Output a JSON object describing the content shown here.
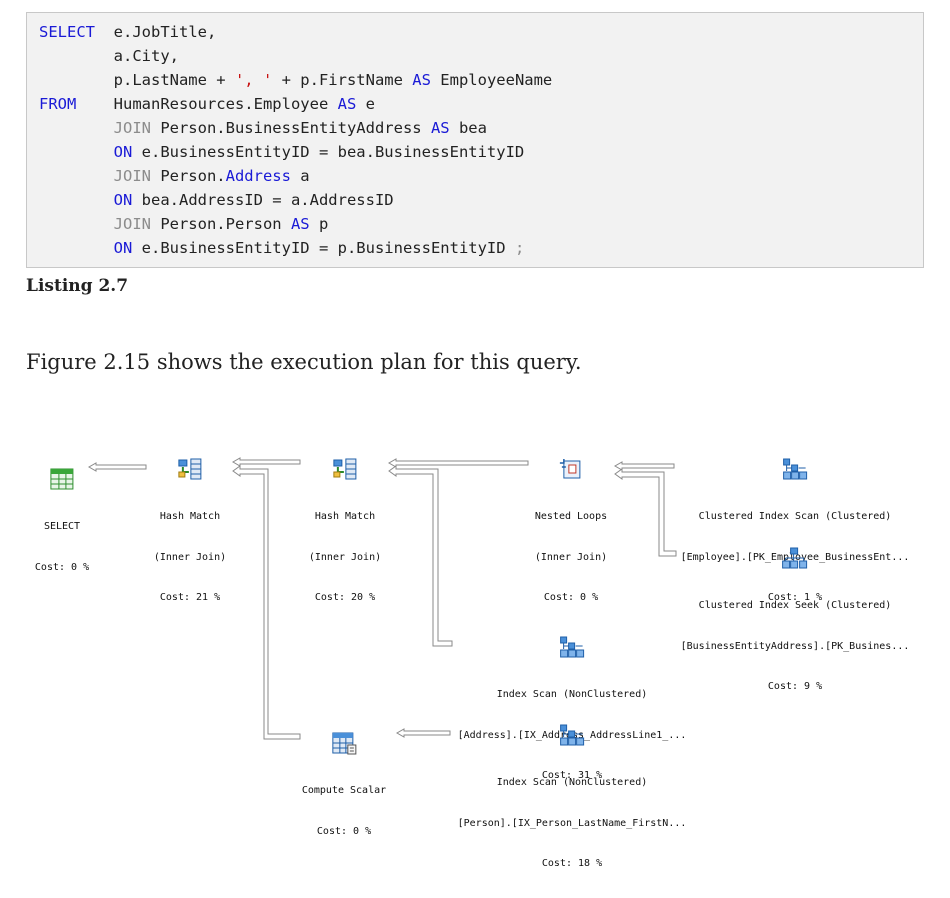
{
  "code": {
    "lines": [
      [
        {
          "t": "SELECT",
          "c": "kw"
        },
        {
          "t": "  e.JobTitle,",
          "c": ""
        }
      ],
      [
        {
          "t": "        a.City,",
          "c": ""
        }
      ],
      [
        {
          "t": "        p.LastName + ",
          "c": ""
        },
        {
          "t": "', '",
          "c": "str"
        },
        {
          "t": " + p.FirstName ",
          "c": ""
        },
        {
          "t": "AS",
          "c": "kw"
        },
        {
          "t": " EmployeeName",
          "c": ""
        }
      ],
      [
        {
          "t": "FROM",
          "c": "kw"
        },
        {
          "t": "    HumanResources.Employee ",
          "c": ""
        },
        {
          "t": "AS",
          "c": "kw"
        },
        {
          "t": " e",
          "c": ""
        }
      ],
      [
        {
          "t": "        ",
          "c": ""
        },
        {
          "t": "JOIN",
          "c": "gray"
        },
        {
          "t": " Person.BusinessEntityAddress ",
          "c": ""
        },
        {
          "t": "AS",
          "c": "kw"
        },
        {
          "t": " bea",
          "c": ""
        }
      ],
      [
        {
          "t": "        ",
          "c": ""
        },
        {
          "t": "ON",
          "c": "kw"
        },
        {
          "t": " e.BusinessEntityID = bea.BusinessEntityID",
          "c": ""
        }
      ],
      [
        {
          "t": "        ",
          "c": ""
        },
        {
          "t": "JOIN",
          "c": "gray"
        },
        {
          "t": " Person.",
          "c": ""
        },
        {
          "t": "Address",
          "c": "kw"
        },
        {
          "t": " a",
          "c": ""
        }
      ],
      [
        {
          "t": "        ",
          "c": ""
        },
        {
          "t": "ON",
          "c": "kw"
        },
        {
          "t": " bea.AddressID = a.AddressID",
          "c": ""
        }
      ],
      [
        {
          "t": "        ",
          "c": ""
        },
        {
          "t": "JOIN",
          "c": "gray"
        },
        {
          "t": " Person.Person ",
          "c": ""
        },
        {
          "t": "AS",
          "c": "kw"
        },
        {
          "t": " p",
          "c": ""
        }
      ],
      [
        {
          "t": "        ",
          "c": ""
        },
        {
          "t": "ON",
          "c": "kw"
        },
        {
          "t": " e.BusinessEntityID = p.BusinessEntityID ",
          "c": ""
        },
        {
          "t": ";",
          "c": "gray"
        }
      ]
    ]
  },
  "caption": "Listing 2.7",
  "body_text": "Figure 2.15 shows the execution plan for this query.",
  "plan": {
    "nodes": {
      "select": {
        "icon": "select-icon",
        "lines": [
          "SELECT",
          "Cost: 0 %"
        ]
      },
      "hash1": {
        "icon": "hash-match-icon",
        "lines": [
          "Hash Match",
          "(Inner Join)",
          "Cost: 21 %"
        ]
      },
      "hash2": {
        "icon": "hash-match-icon",
        "lines": [
          "Hash Match",
          "(Inner Join)",
          "Cost: 20 %"
        ]
      },
      "nested": {
        "icon": "nested-loops-icon",
        "lines": [
          "Nested Loops",
          "(Inner Join)",
          "Cost: 0 %"
        ]
      },
      "cis": {
        "icon": "clustered-index-scan-icon",
        "lines": [
          "Clustered Index Scan (Clustered)",
          "[Employee].[PK_Employee_BusinessEnt...",
          "Cost: 1 %"
        ]
      },
      "ciseek": {
        "icon": "clustered-index-seek-icon",
        "lines": [
          "Clustered Index Seek (Clustered)",
          "[BusinessEntityAddress].[PK_Busines...",
          "Cost: 9 %"
        ]
      },
      "isaddr": {
        "icon": "index-scan-icon",
        "lines": [
          "Index Scan (NonClustered)",
          "[Address].[IX_Address_AddressLine1_...",
          "Cost: 31 %"
        ]
      },
      "compute": {
        "icon": "compute-scalar-icon",
        "lines": [
          "Compute Scalar",
          "Cost: 0 %"
        ]
      },
      "isperson": {
        "icon": "index-scan-icon",
        "lines": [
          "Index Scan (NonClustered)",
          "[Person].[IX_Person_LastName_FirstN...",
          "Cost: 18 %"
        ]
      }
    }
  }
}
